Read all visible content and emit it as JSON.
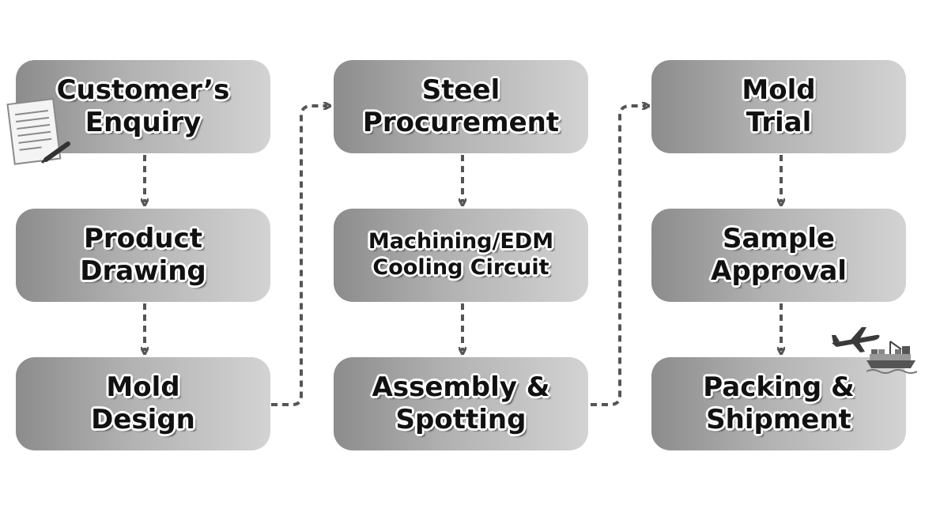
{
  "steps": [
    {
      "lines": [
        "Customer’s",
        "Enquiry"
      ]
    },
    {
      "lines": [
        "Product",
        "Drawing"
      ]
    },
    {
      "lines": [
        "Mold",
        "Design"
      ]
    },
    {
      "lines": [
        "Steel",
        "Procurement"
      ]
    },
    {
      "lines": [
        "Machining/EDM",
        "Cooling Circuit"
      ]
    },
    {
      "lines": [
        "Assembly &",
        "Spotting"
      ]
    },
    {
      "lines": [
        "Mold",
        "Trial"
      ]
    },
    {
      "lines": [
        "Sample",
        "Approval"
      ]
    },
    {
      "lines": [
        "Packing &",
        "Shipment"
      ]
    }
  ],
  "icons": [
    "document-with-pen-icon",
    "airplane-icon",
    "cargo-ship-icon"
  ],
  "colors": {
    "connector": "#555555",
    "box_dark": "#8c8c8c",
    "box_light": "#d3d3d3"
  }
}
